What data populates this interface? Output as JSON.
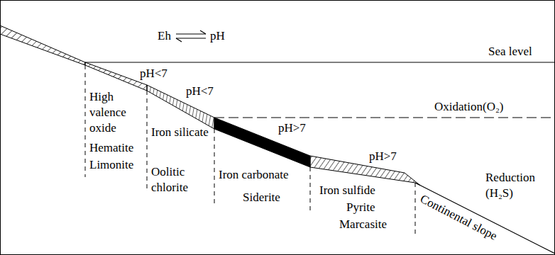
{
  "diagram": {
    "labels": [
      "Eh",
      "pH",
      "Sea level",
      "pH<7",
      "pH<7",
      "pH>7",
      "pH>7",
      "Oxidation(O₂)",
      "High valence oxide",
      "Hematite",
      "Limonite",
      "Iron silicate",
      "Oolitic chlorite",
      "Iron carbonate",
      "Siderite",
      "Iron sulfide",
      "Pyrite",
      "Marcasite",
      "Reduction (H₂S)",
      "Continental slope"
    ]
  }
}
